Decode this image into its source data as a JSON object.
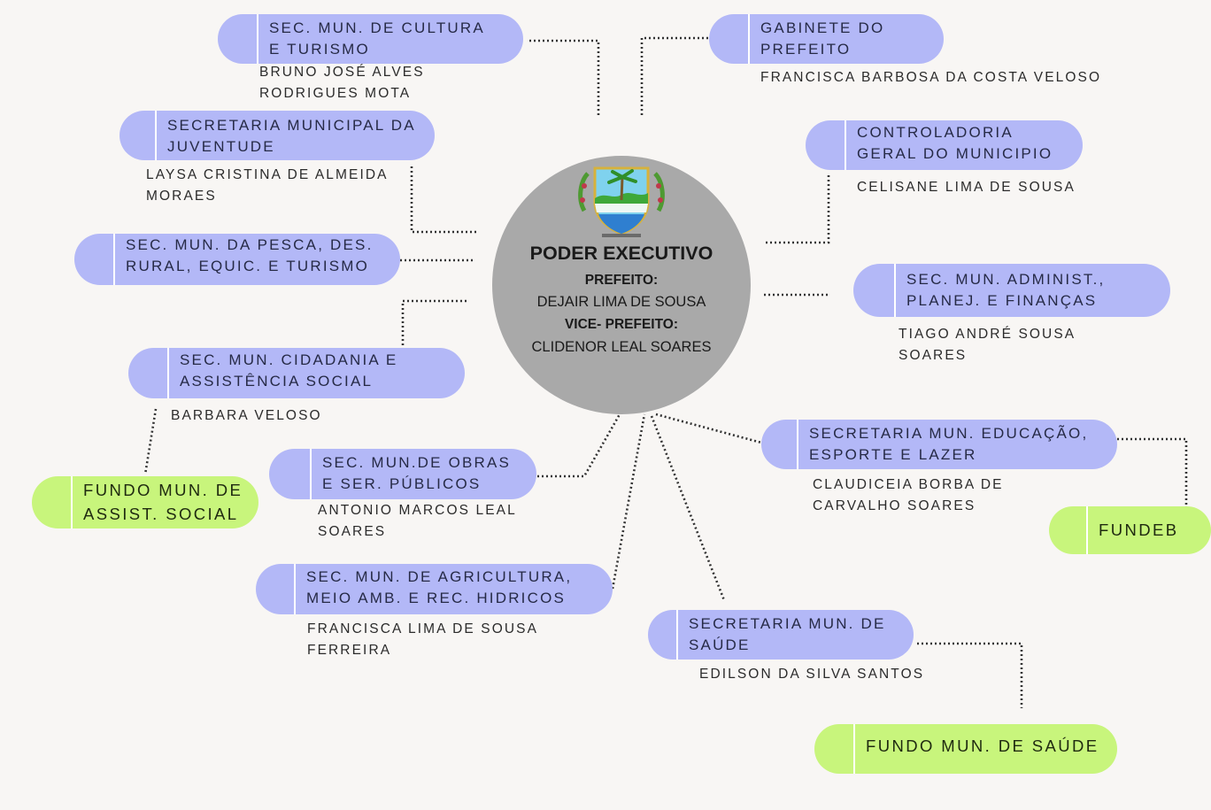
{
  "center": {
    "title": "PODER EXECUTIVO",
    "mayor_label": "PREFEITO:",
    "mayor_name": "DEJAIR LIMA DE SOUSA",
    "vice_label": "VICE- PREFEITO:",
    "vice_name": "CLIDENOR LEAL SOARES"
  },
  "colors": {
    "background": "#f8f6f4",
    "secretariat_pill": "#b3b8f7",
    "fund_pill": "#c8f57c",
    "center_circle": "#a9a9a9",
    "connector": "#333333"
  },
  "icons": {
    "crest": "municipal-coat-of-arms-icon"
  },
  "secretariats": [
    {
      "name": "SEC. MUN. DE CULTURA\nE TURISMO",
      "head": "BRUNO JOSÉ ALVES\nRODRIGUES MOTA"
    },
    {
      "name": "GABINETE DO\nPREFEITO",
      "head": "FRANCISCA BARBOSA DA COSTA VELOSO"
    },
    {
      "name": "SECRETARIA MUNICIPAL DA\nJUVENTUDE",
      "head": "LAYSA CRISTINA DE ALMEIDA\nMORAES"
    },
    {
      "name": "CONTROLADORIA\nGERAL DO MUNICIPIO",
      "head": "CELISANE LIMA DE SOUSA"
    },
    {
      "name": "SEC. MUN. DA PESCA, DES.\nRURAL, EQUIC. E TURISMO",
      "head": ""
    },
    {
      "name": "SEC. MUN. ADMINIST.,\nPLANEJ. E FINANÇAS",
      "head": "TIAGO ANDRÉ SOUSA\nSOARES"
    },
    {
      "name": "SEC. MUN. CIDADANIA E\nASSISTÊNCIA SOCIAL",
      "head": "BARBARA VELOSO"
    },
    {
      "name": "SECRETARIA MUN. EDUCAÇÃO,\nESPORTE E LAZER",
      "head": "CLAUDICEIA BORBA DE\nCARVALHO SOARES"
    },
    {
      "name": "SEC. MUN.DE OBRAS\nE SER. PÚBLICOS",
      "head": "ANTONIO MARCOS LEAL\nSOARES"
    },
    {
      "name": "SEC. MUN. DE AGRICULTURA,\nMEIO AMB. E REC. HIDRICOS",
      "head": "FRANCISCA LIMA DE SOUSA\nFERREIRA"
    },
    {
      "name": "SECRETARIA MUN. DE\nSAÚDE",
      "head": "EDILSON DA SILVA SANTOS"
    }
  ],
  "funds": [
    {
      "name": "FUNDO MUN. DE\nASSIST. SOCIAL"
    },
    {
      "name": "FUNDEB"
    },
    {
      "name": "FUNDO MUN. DE SAÚDE"
    }
  ]
}
